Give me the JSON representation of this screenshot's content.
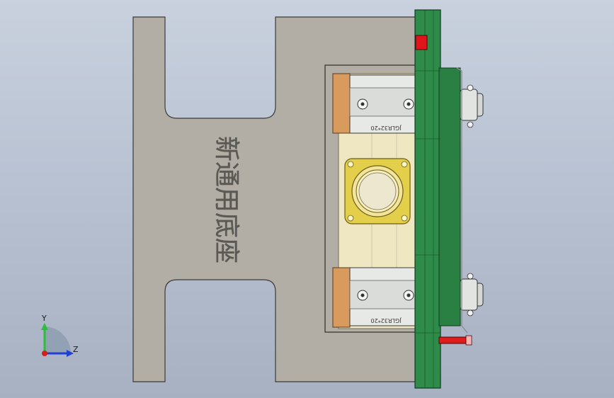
{
  "viewport": {
    "background_top": "#c9d1de",
    "background_bottom": "#a7b1c2"
  },
  "model": {
    "base_plate_label": "新通用底座",
    "cylinder_top_label": "JGLR32*20",
    "cylinder_bottom_label": "JGLR32*20"
  },
  "triad": {
    "y_label": "Y",
    "z_label": "Z",
    "y_color": "#2bbf3a",
    "z_color": "#1f3fd6",
    "x_color": "#d41f1f"
  },
  "colors": {
    "base_plate": "#b2aea6",
    "green_plate": "#2e8b4a",
    "red_block": "#e0141a",
    "orange_block": "#d99a5e",
    "yellow_plate": "#efe6c2",
    "gold_flange": "#e3cf4a"
  },
  "icons": [
    "view-triad-icon"
  ]
}
